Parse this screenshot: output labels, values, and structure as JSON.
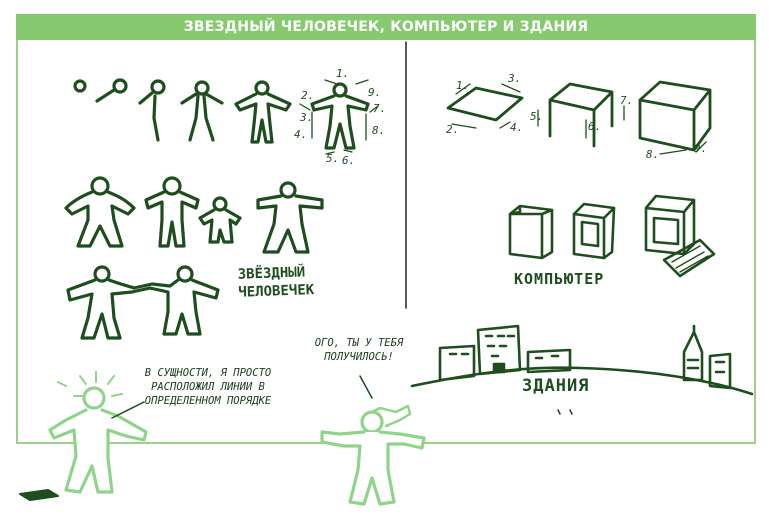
{
  "title": "ЗВЕЗДНЫЙ ЧЕЛОВЕЧЕК, КОМПЬЮТЕР И ЗДАНИЯ",
  "labels": {
    "star_person": "ЗВЁЗДНЫЙ ЧЕЛОВЕЧЕК",
    "computer": "КОМПЬЮТЕР",
    "buildings": "ЗДАНИЯ"
  },
  "speech": {
    "left": "В СУЩНОСТИ, Я ПРОСТО РАСПОЛОЖИЛ ЛИНИИ В ОПРЕДЕЛЕННОМ ПОРЯДКЕ",
    "right": "ОГО, ТЫ У ТЕБЯ ПОЛУЧИЛОСЬ!"
  },
  "step_numbers": {
    "person": [
      "1.",
      "2.",
      "3.",
      "4.",
      "5.",
      "6.",
      "7.",
      "8.",
      "9."
    ],
    "box": [
      "1.",
      "2.",
      "3.",
      "4.",
      "5.",
      "6.",
      "7.",
      "8.",
      "9."
    ]
  },
  "colors": {
    "header": "#86c96f",
    "ink": "#1e4d1e",
    "light_figure": "#8fd48a"
  }
}
